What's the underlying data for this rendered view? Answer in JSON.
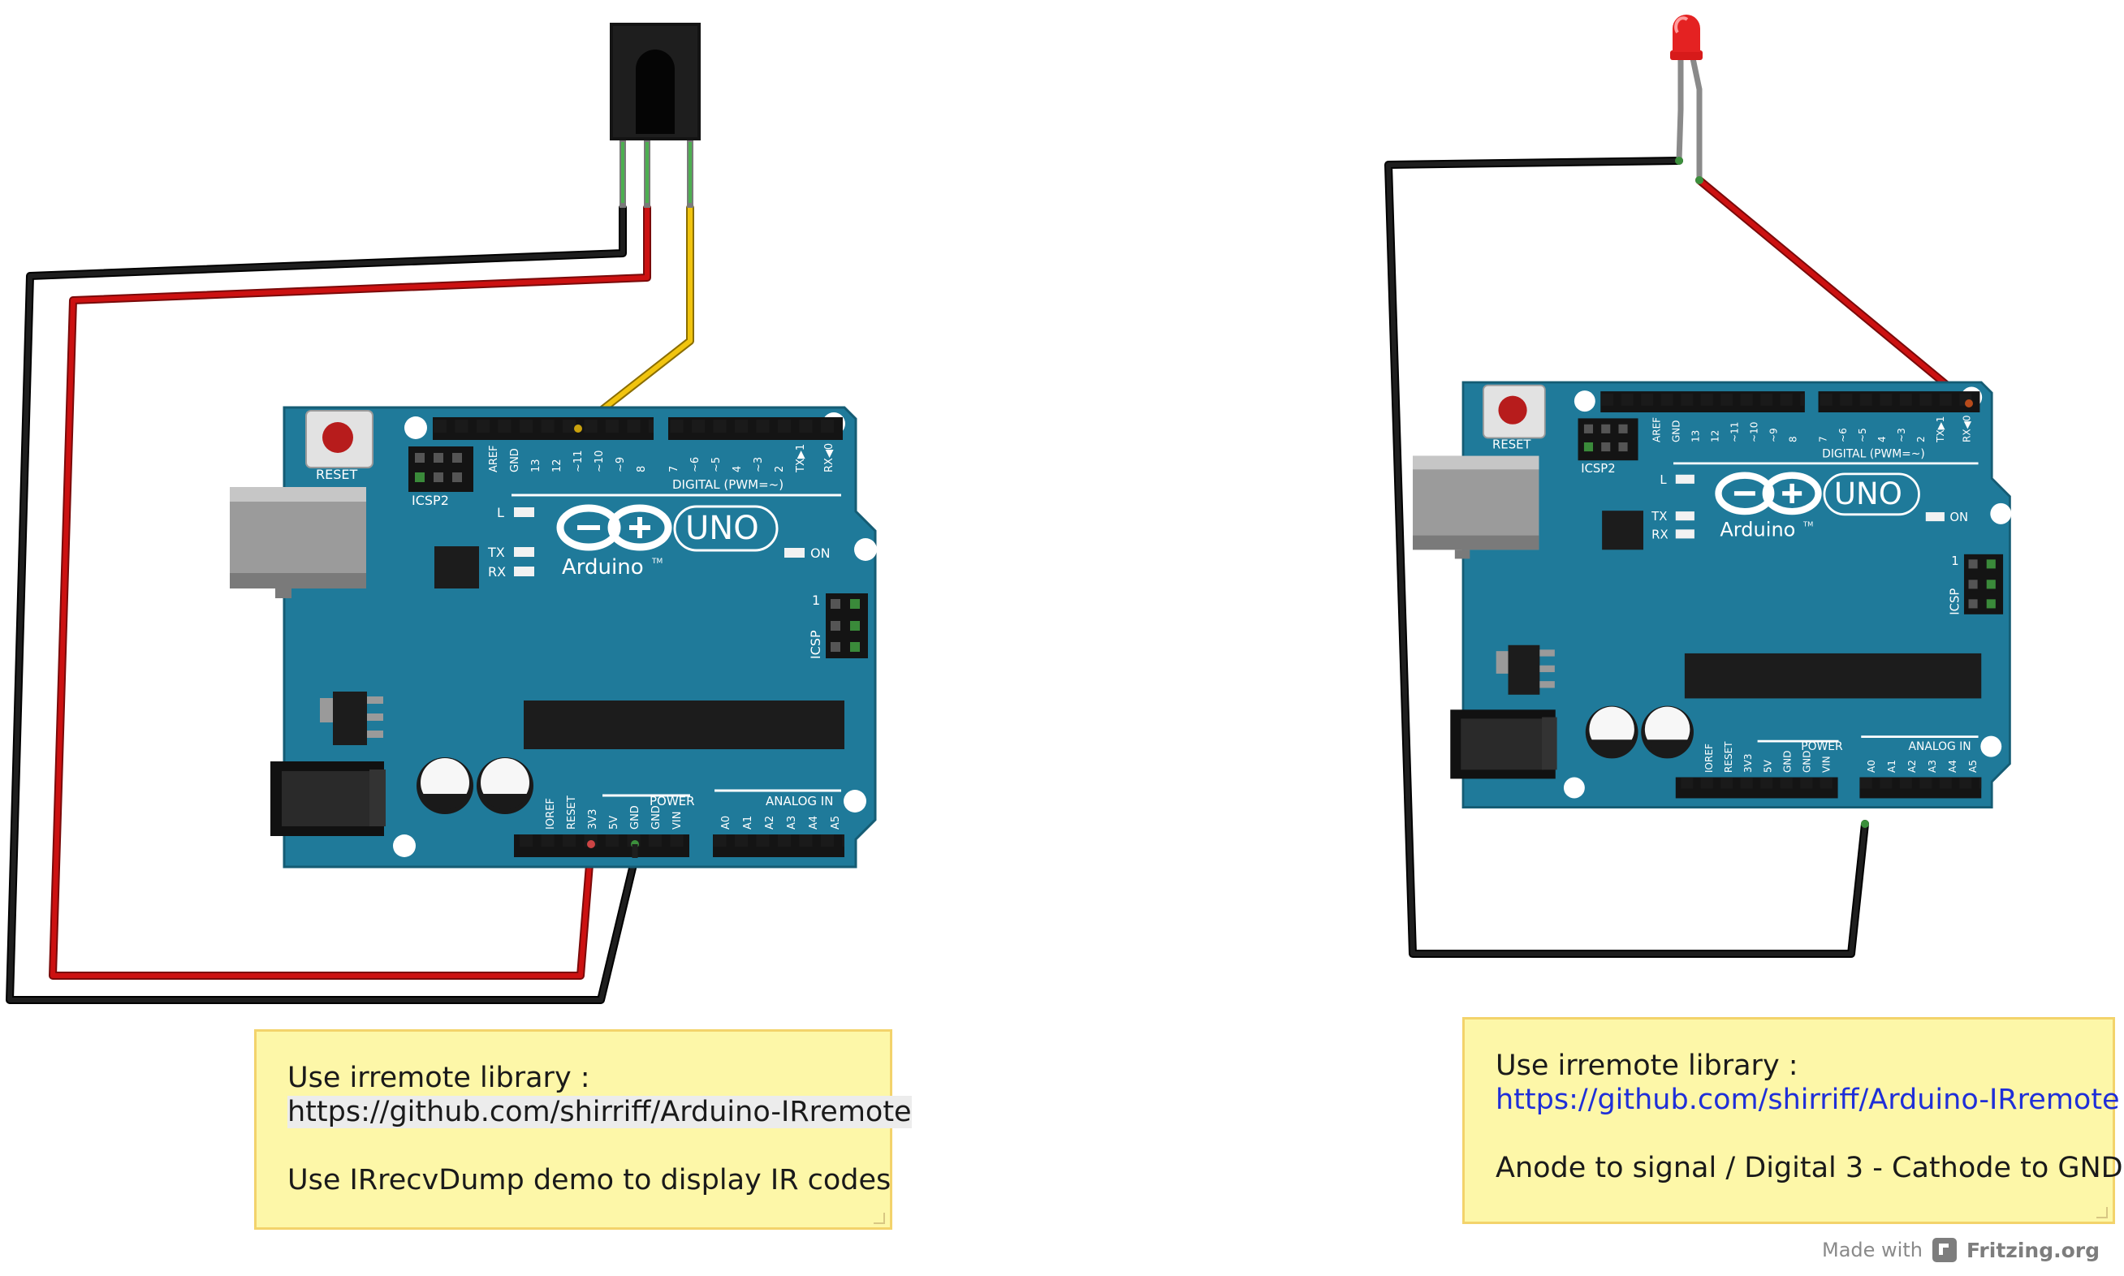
{
  "boards": [
    {
      "reset": "RESET",
      "icsp2": "ICSP2",
      "icsp": "ICSP",
      "digital": "DIGITAL (PWM=~)",
      "uno": "UNO",
      "arduino": "Arduino",
      "tm": "TM",
      "l": "L",
      "tx": "TX",
      "rx": "RX",
      "on": "ON",
      "power": "POWER",
      "analog": "ANALOG IN",
      "one": "1",
      "top_pins": [
        "AREF",
        "GND",
        "13",
        "12",
        "~11",
        "~10",
        "~9",
        "8",
        "7",
        "~6",
        "~5",
        "4",
        "~3",
        "2",
        "TX▶1",
        "RX◀0"
      ],
      "power_pins": [
        "IOREF",
        "RESET",
        "3V3",
        "5V",
        "GND",
        "GND",
        "VIN"
      ],
      "analog_pins": [
        "A0",
        "A1",
        "A2",
        "A3",
        "A4",
        "A5"
      ]
    },
    {
      "reset": "RESET",
      "icsp2": "ICSP2",
      "icsp": "ICSP",
      "digital": "DIGITAL (PWM=~)",
      "uno": "UNO",
      "arduino": "Arduino",
      "tm": "TM",
      "l": "L",
      "tx": "TX",
      "rx": "RX",
      "on": "ON",
      "power": "POWER",
      "analog": "ANALOG IN",
      "one": "1",
      "top_pins": [
        "AREF",
        "GND",
        "13",
        "12",
        "~11",
        "~10",
        "~9",
        "8",
        "7",
        "~6",
        "~5",
        "4",
        "~3",
        "2",
        "TX▶1",
        "RX◀0"
      ],
      "power_pins": [
        "IOREF",
        "RESET",
        "3V3",
        "5V",
        "GND",
        "GND",
        "VIN"
      ],
      "analog_pins": [
        "A0",
        "A1",
        "A2",
        "A3",
        "A4",
        "A5"
      ]
    }
  ],
  "colors": {
    "board": "#1f7a9a",
    "wire_black": "#1e1e1e",
    "wire_red": "#cc1111",
    "wire_yellow": "#f1c40f",
    "note_bg": "#fdf7a8",
    "note_border": "#f3d36b",
    "link_blue": "#1f2fd8"
  },
  "notes": [
    {
      "line1": "Use irremote library :",
      "line2": "https://github.com/shirriff/Arduino-IRremote",
      "line3": "Use IRrecvDump demo to display IR codes"
    },
    {
      "line1": "Use irremote library :",
      "line2": "https://github.com/shirriff/Arduino-IRremote",
      "line3": "Anode to signal / Digital 3 - Cathode to GND"
    }
  ],
  "credit": {
    "made_with": "Made with",
    "icon": "fritzing-logo-icon",
    "brand": "Fritzing.org"
  }
}
